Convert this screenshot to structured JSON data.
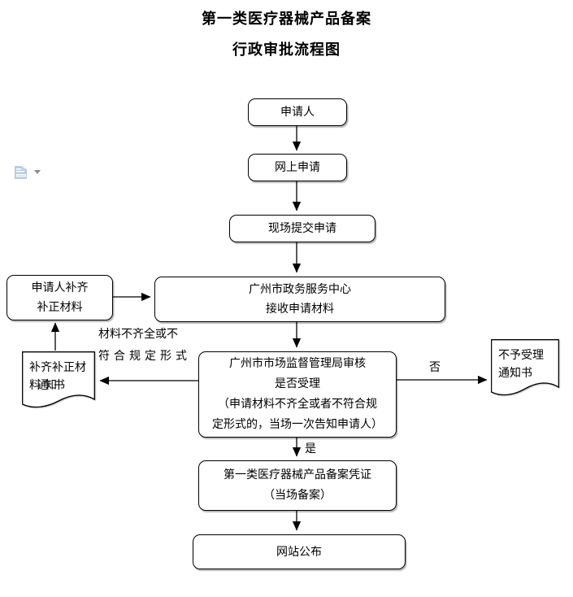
{
  "title": {
    "line1": "第一类医疗器械产品备案",
    "line2": "行政审批流程图"
  },
  "nodes": {
    "applicant": "申请人",
    "online_apply": "网上申请",
    "onsite_submit": "现场提交申请",
    "service_center": {
      "line1": "广州市政务服务中心",
      "line2": "接收申请材料"
    },
    "applicant_supplement": {
      "line1": "申请人补齐",
      "line2": "补正材料"
    },
    "review": {
      "line1": "广州市市场监督管理局审核",
      "line2": "是否受理",
      "line3": "（申请材料不齐全或者不符合规",
      "line4": "定形式的，当场一次告知申请人）"
    },
    "supplement_notice_doc": {
      "line1": "补齐补正材",
      "line2": "料通知书"
    },
    "rejection_notice_doc": {
      "line1": "不予受理",
      "line2": "通知书"
    },
    "certificate": {
      "line1": "第一类医疗器械产品备案凭证",
      "line2": "（当场备案）"
    },
    "website_publish": "网站公布"
  },
  "edge_labels": {
    "yes": "是",
    "no": "否",
    "incomplete_line1": "材料不齐全或不",
    "incomplete_line2": "符合规定形式"
  },
  "icons": {
    "paste_options": "paste-options-clipboard-icon",
    "dropdown": "dropdown-arrow-icon"
  },
  "colors": {
    "line": "#000000",
    "box_border": "#000000",
    "box_fill": "#ffffff",
    "paste_icon_blue": "#b8cce4",
    "paste_icon_blue_light": "#ccdaef",
    "dropdown_gray": "#8c8c8c"
  }
}
